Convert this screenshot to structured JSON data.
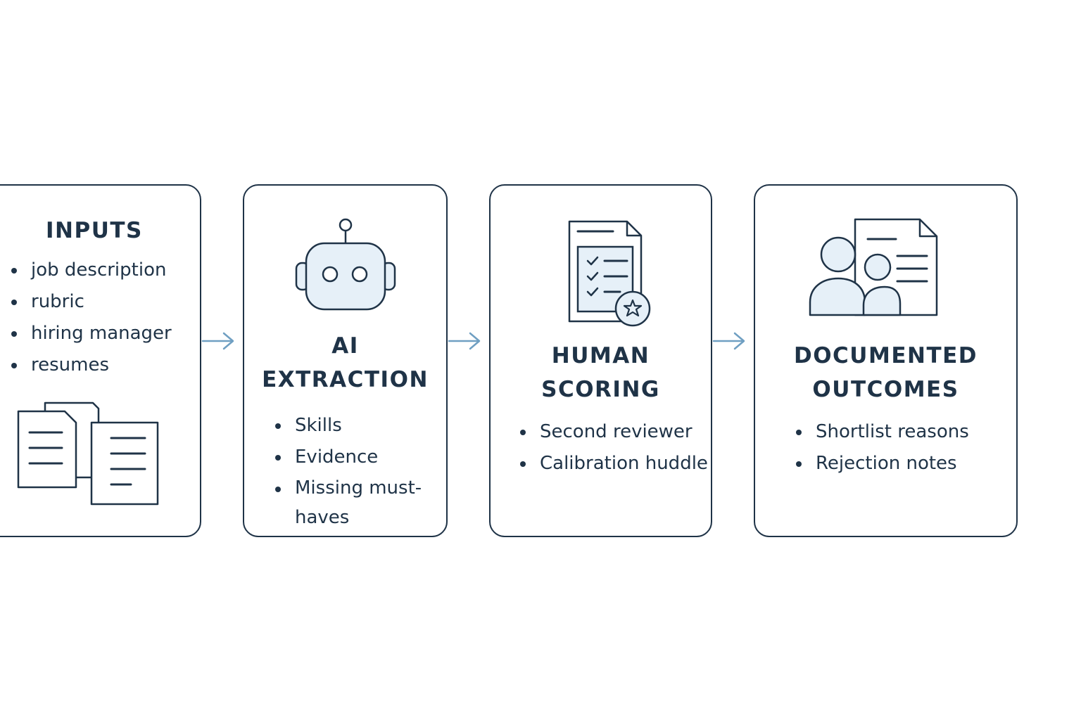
{
  "colors": {
    "stroke": "#1f3347",
    "icon_fill": "#e6f0f8",
    "arrow": "#6f9fc2"
  },
  "steps": [
    {
      "title_lines": [
        "INPUTS"
      ],
      "items": [
        "job description",
        "rubric",
        "hiring manager",
        "resumes"
      ],
      "icon": "documents-icon"
    },
    {
      "title_lines": [
        "AI",
        "EXTRACTION"
      ],
      "items": [
        "Skills",
        "Evidence",
        "Missing must-haves"
      ],
      "icon": "robot-icon"
    },
    {
      "title_lines": [
        "HUMAN",
        "SCORING"
      ],
      "items": [
        "Second reviewer",
        "Calibration huddle"
      ],
      "icon": "checklist-star-icon"
    },
    {
      "title_lines": [
        "DOCUMENTED",
        "OUTCOMES"
      ],
      "items": [
        "Shortlist reasons",
        "Rejection notes"
      ],
      "icon": "people-document-icon"
    }
  ]
}
